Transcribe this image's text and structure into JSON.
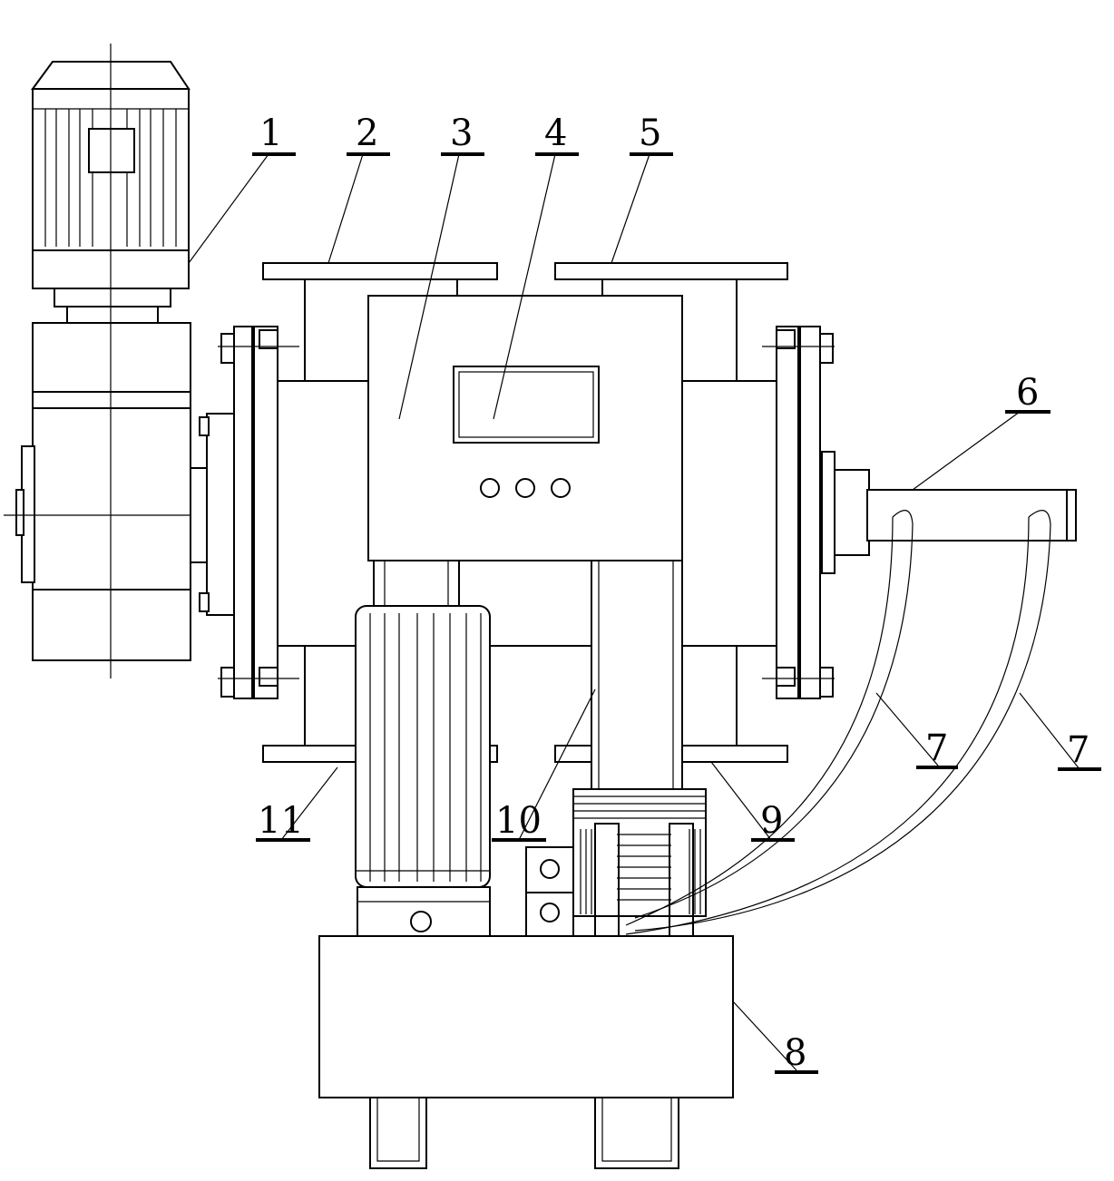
{
  "labels": {
    "l1": "1",
    "l2": "2",
    "l3": "3",
    "l4": "4",
    "l5": "5",
    "l6": "6",
    "l7a": "7",
    "l7b": "7",
    "l8": "8",
    "l9": "9",
    "l10": "10",
    "l11": "11"
  },
  "panel": {
    "indicator_count": 3
  }
}
